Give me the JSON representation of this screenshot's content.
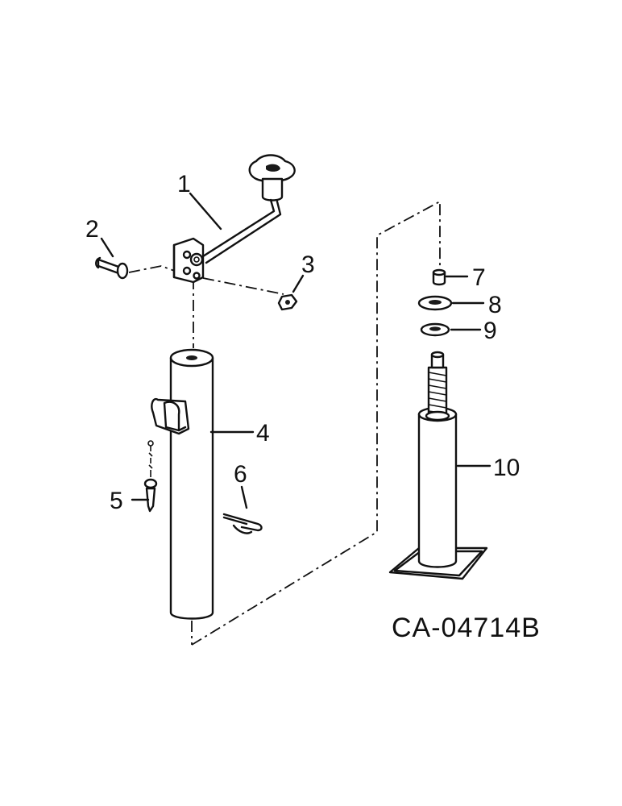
{
  "figure": {
    "drawing_code": "CA-04714B",
    "callouts": [
      "1",
      "2",
      "3",
      "4",
      "5",
      "6",
      "7",
      "8",
      "9",
      "10"
    ]
  }
}
